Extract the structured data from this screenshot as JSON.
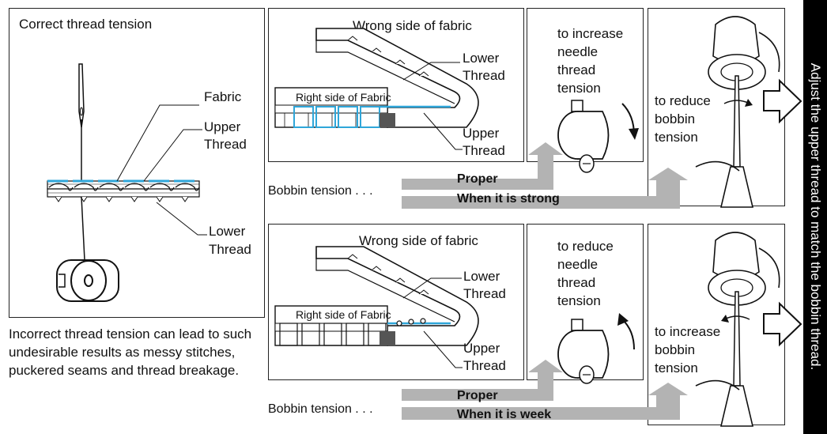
{
  "correct_panel": {
    "title": "Correct thread tension",
    "fabric": "Fabric",
    "upper_thread": "Upper\nThread",
    "lower_thread": "Lower\nThread"
  },
  "caption": "Incorrect thread tension can lead to such undesirable results as messy stitches, puckered seams and thread breakage.",
  "top_row": {
    "wrong_side": "Wrong side of fabric",
    "right_side": "Right side of Fabric",
    "lower_thread": "Lower\nThread",
    "upper_thread": "Upper\nThread",
    "needle_instruction": "to increase\nneedle\nthread\ntension",
    "bobbin_instruction": "to reduce\nbobbin\ntension",
    "bobbin_label": "Bobbin tension . . .",
    "proper": "Proper",
    "condition": "When it is strong"
  },
  "bottom_row": {
    "wrong_side": "Wrong side of fabric",
    "right_side": "Right side of Fabric",
    "lower_thread": "Lower\nThread",
    "upper_thread": "Upper\nThread",
    "needle_instruction": "to reduce\nneedle\nthread\ntension",
    "bobbin_instruction": "to increase\nbobbin\ntension",
    "bobbin_label": "Bobbin tension . . .",
    "proper": "Proper",
    "condition": "When it is week"
  },
  "sidebar_text": "Adjust the upper thread to match the bobbin thread.",
  "colors": {
    "thread_blue": "#2fa6d9",
    "bar_gray": "#b3b3b3"
  }
}
